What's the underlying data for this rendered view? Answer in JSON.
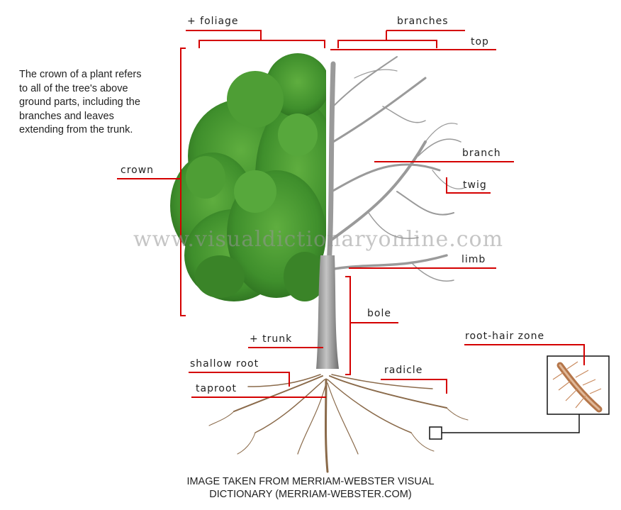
{
  "labels": {
    "foliage": "+ foliage",
    "branches": "branches",
    "top": "top",
    "crown": "crown",
    "branch": "branch",
    "twig": "twig",
    "limb": "limb",
    "bole": "bole",
    "trunk": "+ trunk",
    "root_hair_zone": "root-hair zone",
    "shallow_root": "shallow root",
    "radicle": "radicle",
    "taproot": "taproot"
  },
  "description": [
    "The crown of a plant refers",
    "to all of the tree's above",
    "ground parts, including the",
    "branches and leaves",
    "extending from the trunk."
  ],
  "watermark": "www.visualdictionaryonline.com",
  "caption": [
    "IMAGE TAKEN FROM MERRIAM-WEBSTER VISUAL",
    "DICTIONARY (MERRIAM-WEBSTER.COM)"
  ],
  "colors": {
    "leader_line": "#d40000",
    "foliage_green": "#3f8f2c",
    "trunk_gray": "#9a9a9a",
    "root_brown": "#8a6a4a",
    "root_hair_brown": "#b5764a"
  }
}
